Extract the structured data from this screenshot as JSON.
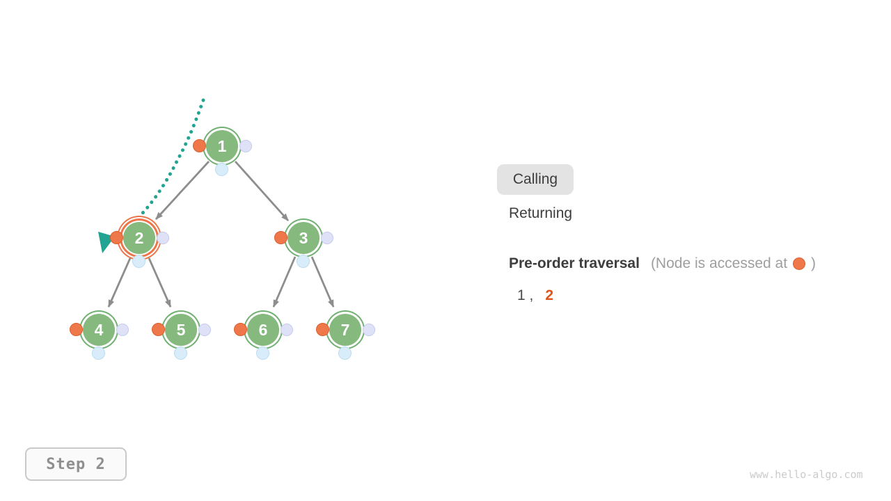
{
  "colors": {
    "node-green": "#85b97e",
    "node-ring-green": "#70b171",
    "highlight-orange": "#ed764a",
    "dot-orange": "#ee7849",
    "dot-orange-border": "#db5f30",
    "dot-lavender": "#dfe2f7",
    "dot-lavender-border": "#c6cbef",
    "dot-blue": "#d8ecf9",
    "dot-blue-border": "#bcdcf0",
    "edge-gray": "#8d8d8d",
    "path-teal": "#23a492",
    "text-dark": "#3d3d3d",
    "text-gray": "#9e9e9e",
    "seq-orange": "#e0541c",
    "badge-bg": "#e3e3e3",
    "step-gray": "#8f8f8f",
    "watermark-gray": "#cbcbcb"
  },
  "tree": {
    "nodes": [
      {
        "value": "1",
        "state": "visited"
      },
      {
        "value": "2",
        "state": "current"
      },
      {
        "value": "3",
        "state": "default"
      },
      {
        "value": "4",
        "state": "default"
      },
      {
        "value": "5",
        "state": "default"
      },
      {
        "value": "6",
        "state": "default"
      },
      {
        "value": "7",
        "state": "default"
      }
    ]
  },
  "legend": {
    "items": [
      {
        "label": "Calling",
        "active": true
      },
      {
        "label": "Returning",
        "active": false
      }
    ]
  },
  "traversal": {
    "title": "Pre-order traversal",
    "note_prefix": "(Node is accessed at",
    "note_suffix": ")",
    "sequence_done": "1 ,",
    "sequence_current": "2"
  },
  "step": {
    "label": "Step 2"
  },
  "watermark": "www.hello-algo.com"
}
